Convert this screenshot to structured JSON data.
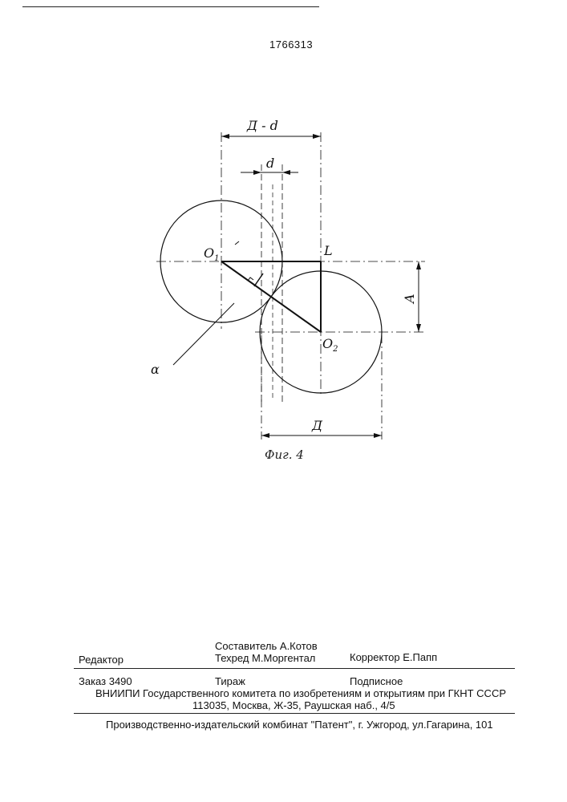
{
  "patent_number": "1766313",
  "figure": {
    "caption": "Фиг. 4",
    "labels": {
      "D_minus_d": "Д - d",
      "d": "d",
      "O1": "O",
      "O1_sub": "1",
      "O2": "O",
      "O2_sub": "2",
      "L": "L",
      "A": "A",
      "alpha": "α",
      "D": "Д"
    }
  },
  "footer": {
    "editor": "Редактор",
    "compiler": "Составитель А.Котов",
    "techred": "Техред М.Моргентал",
    "corrector": "Корректор Е.Папп",
    "order": "Заказ 3490",
    "circulation": "Тираж",
    "subscription": "Подписное",
    "org": "ВНИИПИ Государственного комитета по изобретениям и открытиям при ГКНТ СССР",
    "address": "113035, Москва, Ж-35, Раушская наб., 4/5",
    "plant": "Производственно-издательский комбинат \"Патент\", г. Ужгород, ул.Гагарина, 101"
  }
}
